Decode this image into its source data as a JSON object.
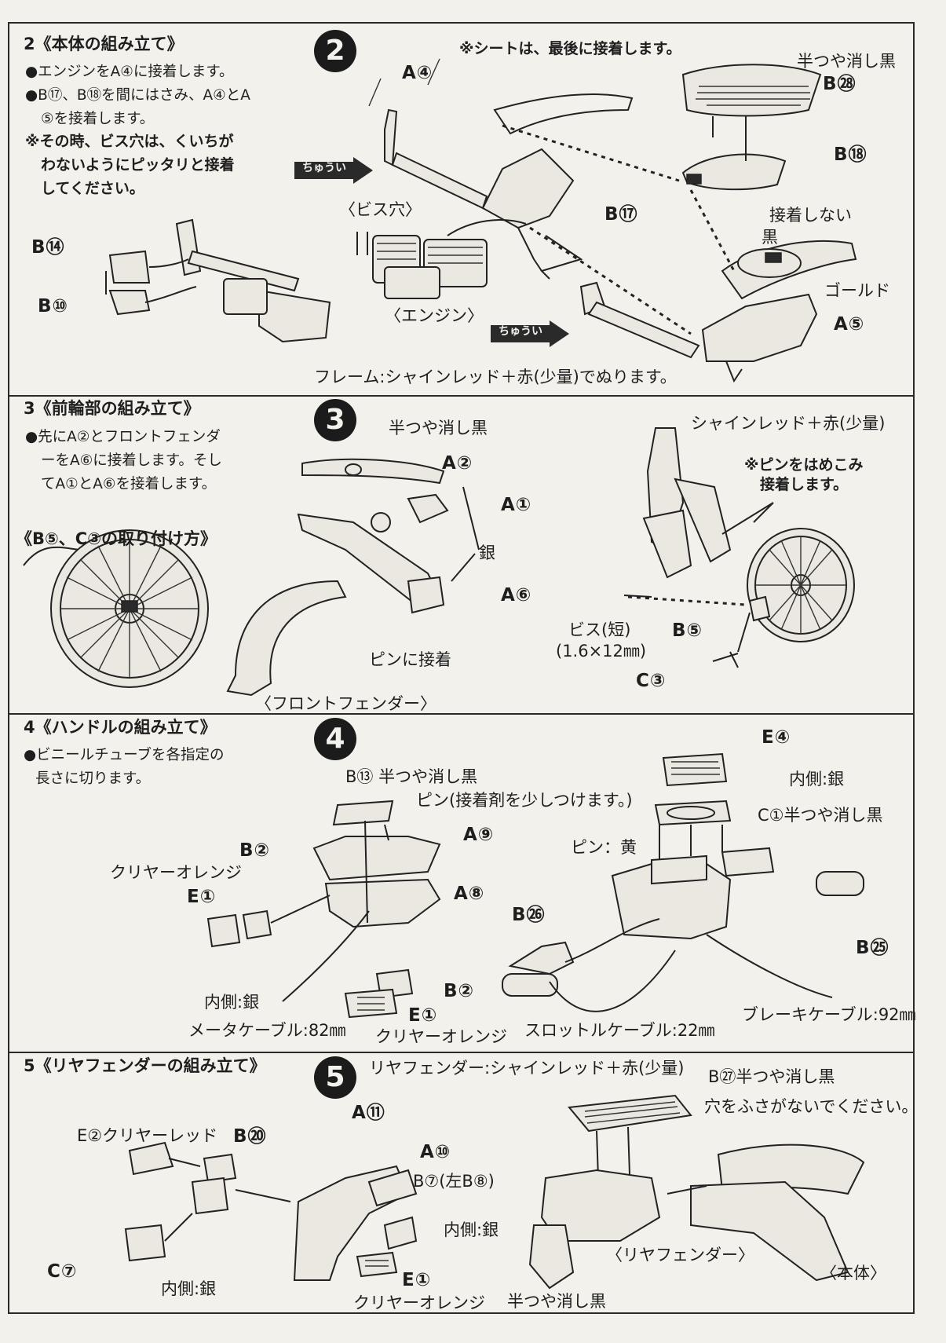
{
  "sections": [
    {
      "heading": "2《本体の組み立て》",
      "step_number": "2",
      "instructions": [
        "●エンジンをA④に接着します。",
        "●B⑰、B⑱を間にはさみ、A④とA",
        "⑤を接着します。"
      ],
      "note_lines": [
        "※その時、ビス穴は、くいちが",
        "わないようにピッタリと接着",
        "してください。"
      ],
      "top_note": "※シートは、最後に接着します。",
      "labels": {
        "a4": "A④",
        "b28_finish": "半つや消し黒",
        "b28": "B㉘",
        "b18": "B⑱",
        "b17": "B⑰",
        "bis_hole": "〈ビス穴〉",
        "no_glue": "接着しない",
        "black": "黒",
        "gold": "ゴールド",
        "a5": "A⑤",
        "b14": "B⑭",
        "b10": "B⑩",
        "engine": "〈エンジン〉",
        "caution1": "ちゅうい",
        "caution2": "ちゅうい"
      },
      "frame_paint": "フレーム:シャインレッド＋赤(少量)でぬります。"
    },
    {
      "heading": "3《前輪部の組み立て》",
      "step_number": "3",
      "instructions": [
        "●先にA②とフロントフェンダ",
        "ーをA⑥に接着します。そし",
        "てA①とA⑥を接着します。"
      ],
      "sub_heading": "《B⑤、C③の取り付け方》",
      "labels": {
        "a2_finish": "半つや消し黒",
        "a2": "A②",
        "a1": "A①",
        "silver": "銀",
        "a6": "A⑥",
        "pin_glue": "ピンに接着",
        "front_fender": "〈フロントフェンダー〉",
        "paint": "シャインレッド＋赤(少量)",
        "pin_note1": "※ピンをはめこみ",
        "pin_note2": "接着します。",
        "screw": "ビス(短)",
        "screw_size": "(1.6×12㎜)",
        "b5": "B⑤",
        "c3": "C③"
      }
    },
    {
      "heading": "4《ハンドルの組み立て》",
      "step_number": "4",
      "instructions": [
        "●ビニールチューブを各指定の",
        "長さに切ります。"
      ],
      "labels": {
        "b13": "B⑬ 半つや消し黒",
        "pin_glue": "ピン(接着剤を少しつけます。)",
        "a9": "A⑨",
        "a8": "A⑧",
        "b2_top": "B②",
        "clear_orange_top": "クリヤーオレンジ",
        "e1_top": "E①",
        "inner_silver": "内側:銀",
        "meter_cable": "メータケーブル:82㎜",
        "b2_bottom": "B②",
        "e1_bottom": "E①",
        "clear_orange_bottom": "クリヤーオレンジ",
        "e4": "E④",
        "inner_silver_right": "内側:銀",
        "c1": "C①半つや消し黒",
        "pin_yellow": "ピン：黄",
        "b26": "B㉖",
        "b25": "B㉕",
        "throttle_cable": "スロットルケーブル:22㎜",
        "brake_cable": "ブレーキケーブル:92㎜"
      }
    },
    {
      "heading": "5《リヤフェンダーの組み立て》",
      "step_number": "5",
      "labels": {
        "rear_paint": "リヤフェンダー:シャインレッド＋赤(少量)",
        "b27": "B㉗半つや消し黒",
        "hole_note": "穴をふさがないでください。",
        "e2": "E②クリヤーレッド",
        "b20": "B⑳",
        "c7": "C⑦",
        "inner_silver": "内側:銀",
        "a11": "A⑪",
        "a10": "A⑩",
        "b7": "B⑦(左B⑧)",
        "inner_silver2": "内側:銀",
        "e1": "E①",
        "clear_orange": "クリヤーオレンジ",
        "rear_fender": "〈リヤフェンダー〉",
        "body": "〈本体〉",
        "matte_black": "半つや消し黒"
      }
    }
  ]
}
